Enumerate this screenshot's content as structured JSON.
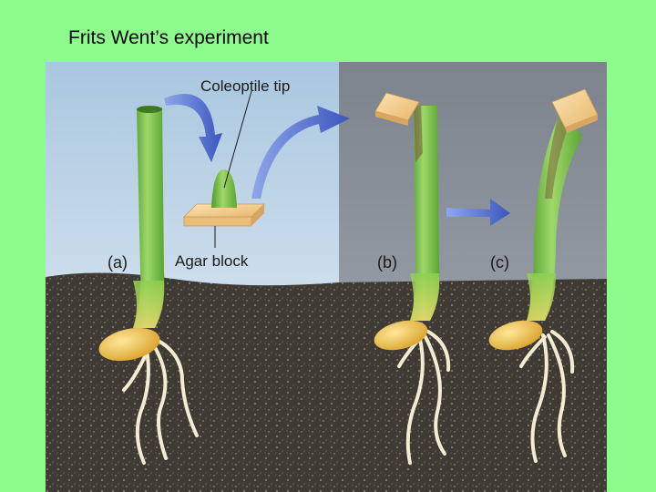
{
  "slide": {
    "title": "Frits Went’s experiment"
  },
  "figure": {
    "labels": {
      "coleoptile_tip": "Coleoptile tip",
      "agar_block": "Agar block",
      "panel_a": "(a)",
      "panel_b": "(b)",
      "panel_c": "(c)"
    },
    "colors": {
      "sky_left": "#c6dbeb",
      "sky_right": "#8c939d",
      "soil": "#3e3933",
      "stem": "#7cc24a",
      "seed": "#f2c84a",
      "agar": "#f3cf8c",
      "arrow": "#4a67c8"
    }
  }
}
